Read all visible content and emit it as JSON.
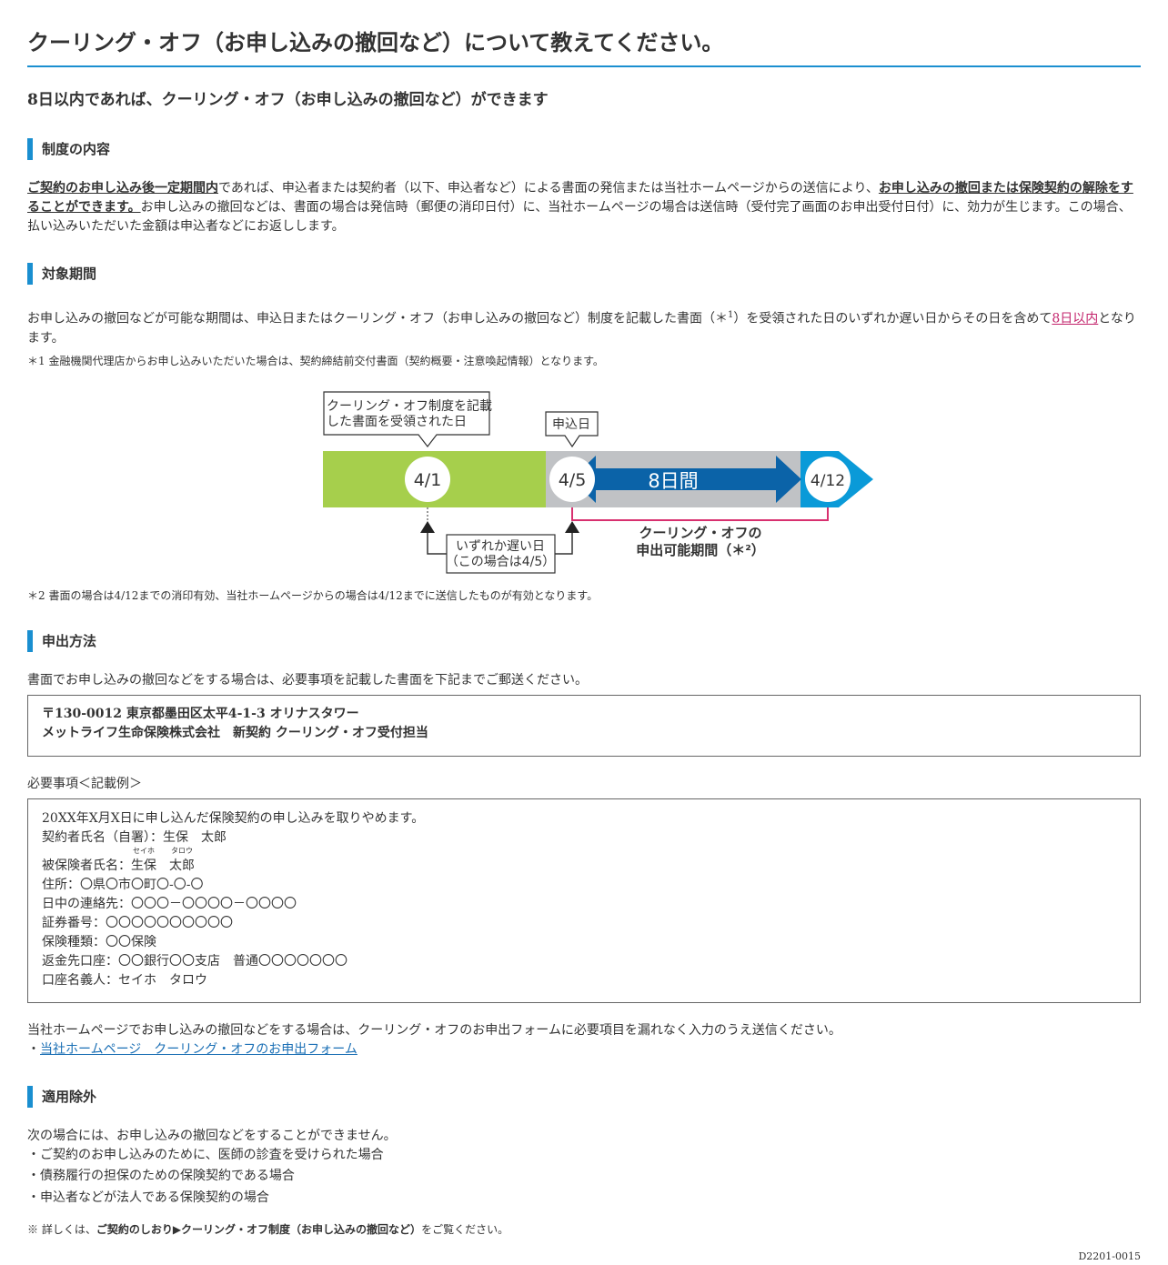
{
  "title": "クーリング・オフ（お申し込みの撤回など）について教えてください。",
  "lead": "8日以内であれば、クーリング・オフ（お申し込みの撤回など）ができます",
  "section1": {
    "heading": "制度の内容",
    "text_u1": "ご契約のお申し込み後一定期間内",
    "text_mid": "であれば、申込者または契約者（以下、申込者など）による書面の発信または当社ホームページからの送信により、",
    "text_u2": "お申し込みの撤回または保険契約の解除をすることができます。",
    "text_end": "お申し込みの撤回などは、書面の場合は発信時（郵便の消印日付）に、当社ホームページの場合は送信時（受付完了画面のお申出受付日付）に、効力が生じます。この場合、払い込みいただいた金額は申込者などにお返しします。"
  },
  "section2": {
    "heading": "対象期間",
    "text_a": "お申し込みの撤回などが可能な期間は、申込日またはクーリング・オフ（お申し込みの撤回など）制度を記載した書面（＊",
    "text_sup": "1",
    "text_b": "）を受領された日のいずれか遅い日からその日を含めて",
    "text_link": "8日以内",
    "text_c": "となります。",
    "note1": "＊1 金融機関代理店からお申し込みいただいた場合は、契約締結前交付書面（契約概要・注意喚起情報）となります。",
    "note2": "＊2 書面の場合は4/12までの消印有効、当社ホームページからの場合は4/12までに送信したものが有効となります。"
  },
  "diagram": {
    "callout_doc_line1": "クーリング・オフ制度を記載",
    "callout_doc_line2": "した書面を受領された日",
    "callout_apply": "申込日",
    "date1": "4/1",
    "date2": "4/5",
    "date3": "4/12",
    "days_label": "8日間",
    "later_line1": "いずれか遅い日",
    "later_line2": "（この場合は4/5）",
    "period_line1": "クーリング・オフの",
    "period_line2": "申出可能期間（＊²）",
    "colors": {
      "green": "#a6cf4c",
      "gray": "#c0c2c5",
      "blue": "#0a9ad8",
      "navy": "#0b63a8",
      "pink": "#d8306f"
    }
  },
  "section3": {
    "heading": "申出方法",
    "intro": "書面でお申し込みの撤回などをする場合は、必要事項を記載した書面を下記までご郵送ください。",
    "address_line1": "〒130-0012 東京都墨田区太平4-1-3 オリナスタワー",
    "address_line2": "メットライフ生命保険株式会社　新契約 クーリング・オフ受付担当",
    "example_label": "必要事項＜記載例＞",
    "example": {
      "line1": "20XX年X月X日に申し込んだ保険契約の申し込みを取りやめます。",
      "line2": "契約者氏名（自署）：生保　太郎",
      "line3_label": "被保険者氏名：",
      "line3_sei": "生保",
      "line3_sei_kana": "セイホ",
      "line3_mei": "太郎",
      "line3_mei_kana": "タロウ",
      "line4": "住所：〇県〇市〇町〇-〇-〇",
      "line5": "日中の連絡先：〇〇〇－〇〇〇〇－〇〇〇〇",
      "line6": "証券番号：〇〇〇〇〇〇〇〇〇〇",
      "line7": "保険種類：〇〇保険",
      "line8": "返金先口座：〇〇銀行〇〇支店　普通〇〇〇〇〇〇〇",
      "line9": "口座名義人：セイホ　タロウ"
    },
    "web_intro": "当社ホームページでお申し込みの撤回などをする場合は、クーリング・オフのお申出フォームに必要項目を漏れなく入力のうえ送信ください。",
    "web_bullet": "・",
    "web_link": "当社ホームページ　クーリング・オフのお申出フォーム"
  },
  "section4": {
    "heading": "適用除外",
    "intro": "次の場合には、お申し込みの撤回などをすることができません。",
    "items": [
      "・ご契約のお申し込みのために、医師の診査を受けられた場合",
      "・債務履行の担保のための保険契約である場合",
      "・申込者などが法人である保険契約の場合"
    ],
    "footnote_a": "※ 詳しくは、",
    "footnote_b": "ご契約のしおり▶クーリング・オフ制度（お申し込みの撤回など）",
    "footnote_c": "をご覧ください。"
  },
  "doc_code": "D2201-0015"
}
